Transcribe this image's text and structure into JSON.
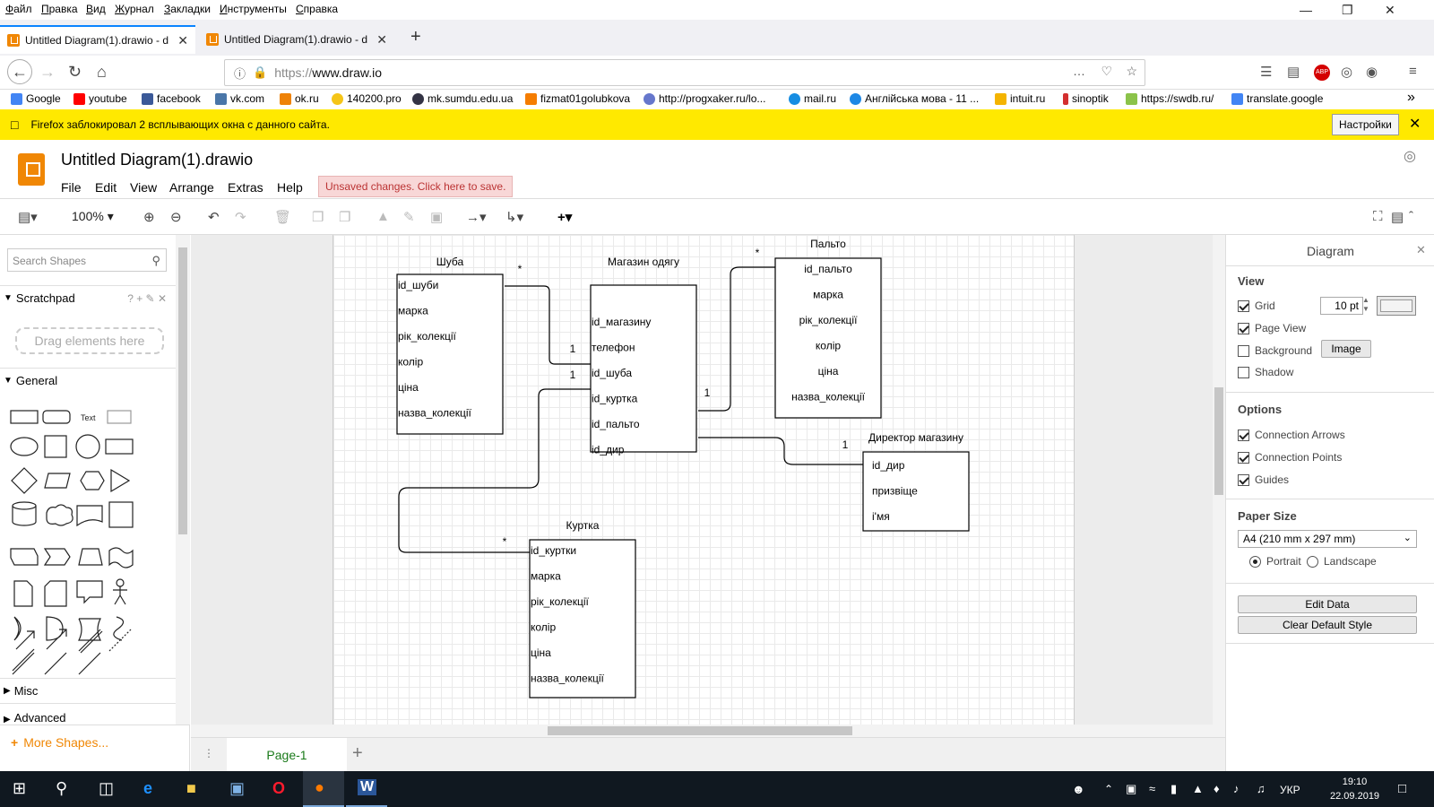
{
  "browser": {
    "menu": [
      "Файл",
      "Правка",
      "Вид",
      "Журнал",
      "Закладки",
      "Инструменты",
      "Справка"
    ],
    "tabs": [
      {
        "title": "Untitled Diagram(1).drawio - d"
      },
      {
        "title": "Untitled Diagram(1).drawio - d"
      }
    ],
    "url_scheme": "https://",
    "url_host": "www.draw.io",
    "bookmarks": [
      {
        "label": "Google",
        "color": "#4285f4"
      },
      {
        "label": "youtube",
        "color": "#ff0000"
      },
      {
        "label": "facebook",
        "color": "#3b5998"
      },
      {
        "label": "vk.com",
        "color": "#4a76a8"
      },
      {
        "label": "ok.ru",
        "color": "#ee8208"
      },
      {
        "label": "140200.pro",
        "color": "#f5c518"
      },
      {
        "label": "mk.sumdu.edu.ua",
        "color": "#334"
      },
      {
        "label": "fizmat01golubkova",
        "color": "#f57d00"
      },
      {
        "label": "http://progxaker.ru/lo...",
        "color": "#6677cc"
      },
      {
        "label": "mail.ru",
        "color": "#168de2"
      },
      {
        "label": "Англійська мова - 11 ...",
        "color": "#1e88e5"
      },
      {
        "label": "intuit.ru",
        "color": "#f4b400"
      },
      {
        "label": "sinoptik",
        "color": "#d32f2f"
      },
      {
        "label": "https://swdb.ru/",
        "color": "#8bc34a"
      },
      {
        "label": "translate.google",
        "color": "#4285f4"
      }
    ],
    "notification": {
      "text": "Firefox заблокировал 2 всплывающих окна с данного сайта.",
      "button": "Настройки"
    }
  },
  "app": {
    "title": "Untitled Diagram(1).drawio",
    "menu": [
      "File",
      "Edit",
      "View",
      "Arrange",
      "Extras",
      "Help"
    ],
    "unsaved": "Unsaved changes. Click here to save.",
    "zoom": "100%"
  },
  "left_panel": {
    "search_placeholder": "Search Shapes",
    "scratchpad": "Scratchpad",
    "drag_hint": "Drag elements here",
    "general": "General",
    "misc": "Misc",
    "advanced": "Advanced",
    "more_shapes": "More Shapes...",
    "text_shape": "Text"
  },
  "page_tab": "Page-1",
  "right_panel": {
    "title": "Diagram",
    "view_heading": "View",
    "grid": {
      "label": "Grid",
      "checked": true,
      "size": "10 pt"
    },
    "page_view": {
      "label": "Page View",
      "checked": true
    },
    "background": {
      "label": "Background",
      "checked": false,
      "button": "Image"
    },
    "shadow": {
      "label": "Shadow",
      "checked": false
    },
    "options_heading": "Options",
    "connection_arrows": {
      "label": "Connection Arrows",
      "checked": true
    },
    "connection_points": {
      "label": "Connection Points",
      "checked": true
    },
    "guides": {
      "label": "Guides",
      "checked": true
    },
    "paper_heading": "Paper Size",
    "paper_size": "A4 (210 mm x 297 mm)",
    "portrait": "Portrait",
    "landscape": "Landscape",
    "orientation": "portrait",
    "edit_data": "Edit Data",
    "clear_style": "Clear Default Style"
  },
  "diagram": {
    "entities": [
      {
        "title": "Шуба",
        "fields": [
          "id_шуби",
          "марка",
          "рік_колекції",
          "колір",
          "ціна",
          "назва_колекції"
        ]
      },
      {
        "title": "Магазин одягу",
        "fields": [
          "id_магазину",
          "телефон",
          "id_шуба",
          "id_куртка",
          "id_пальто",
          "id_дир"
        ]
      },
      {
        "title": "Пальто",
        "fields": [
          "id_пальто",
          "марка",
          "рік_колекції",
          "колір",
          "ціна",
          "назва_колекції"
        ]
      },
      {
        "title": "Директор магазину",
        "fields": [
          "id_дир",
          "призвіще",
          "і'мя"
        ]
      },
      {
        "title": "Куртка",
        "fields": [
          "id_куртки",
          "марка",
          "рік_колекції",
          "колір",
          "ціна",
          "назва_колекції"
        ]
      }
    ],
    "multiplicities": [
      "*",
      "1",
      "1",
      "*",
      "1",
      "*",
      "1"
    ]
  },
  "taskbar": {
    "lang": "УКР",
    "time": "19:10",
    "date": "22.09.2019"
  }
}
